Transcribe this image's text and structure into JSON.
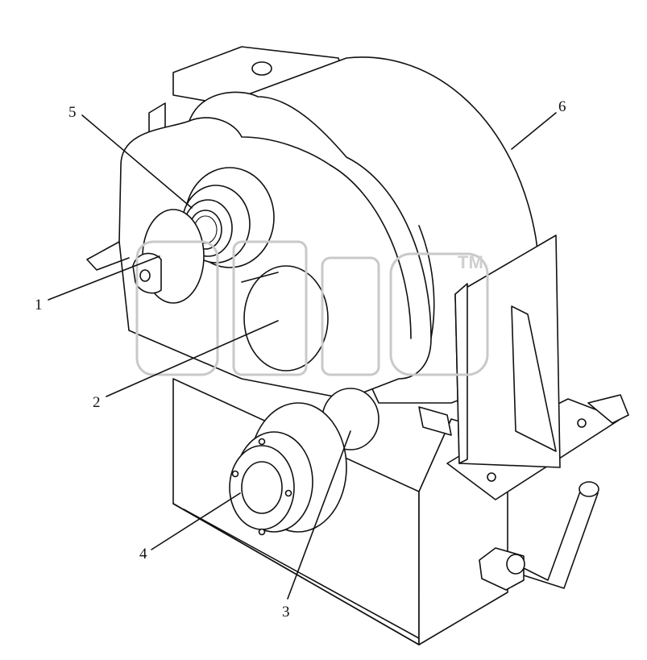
{
  "labels": [
    {
      "id": "1",
      "text": "1"
    },
    {
      "id": "2",
      "text": "2"
    },
    {
      "id": "3",
      "text": "3"
    },
    {
      "id": "4",
      "text": "4"
    },
    {
      "id": "5",
      "text": "5"
    },
    {
      "id": "6",
      "text": "6"
    }
  ],
  "watermark": {
    "mark": "TM"
  }
}
